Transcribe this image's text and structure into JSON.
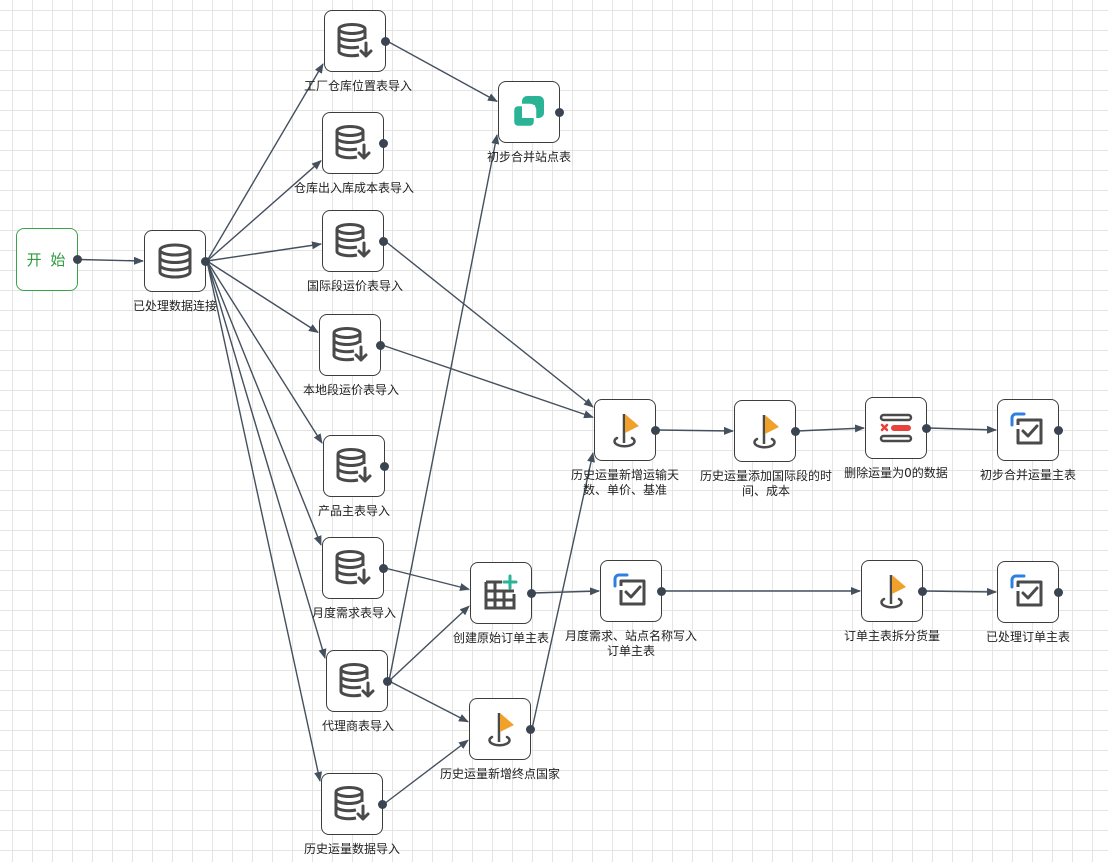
{
  "nodes": {
    "start": {
      "label": "开 始",
      "icon": "start"
    },
    "conn": {
      "label": "已处理数据连接",
      "icon": "database-icon"
    },
    "n1": {
      "label": "工厂仓库位置表导入",
      "icon": "database-import-icon"
    },
    "n2": {
      "label": "仓库出入库成本表导入",
      "icon": "database-import-icon"
    },
    "n3": {
      "label": "国际段运价表导入",
      "icon": "database-import-icon"
    },
    "n4": {
      "label": "本地段运价表导入",
      "icon": "database-import-icon"
    },
    "n5": {
      "label": "产品主表导入",
      "icon": "database-import-icon"
    },
    "n6": {
      "label": "月度需求表导入",
      "icon": "database-import-icon"
    },
    "n7": {
      "label": "代理商表导入",
      "icon": "database-import-icon"
    },
    "n8": {
      "label": "历史运量数据导入",
      "icon": "database-import-icon"
    },
    "merge1": {
      "label": "初步合并站点表",
      "icon": "merge-icon"
    },
    "createOrder": {
      "label": "创建原始订单主表",
      "icon": "table-add-icon"
    },
    "addDest": {
      "label": "历史运量新增终点国家",
      "icon": "flag-icon"
    },
    "addDays": {
      "label": "历史运量新增运输天数、单价、基准",
      "icon": "flag-icon"
    },
    "addIntl": {
      "label": "历史运量添加国际段的时间、成本",
      "icon": "flag-icon"
    },
    "delZero": {
      "label": "删除运量为0的数据",
      "icon": "delete-rows-icon"
    },
    "mergeVol": {
      "label": "初步合并运量主表",
      "icon": "check-box-icon"
    },
    "writeOrder": {
      "label": "月度需求、站点名称写入订单主表",
      "icon": "check-box-icon"
    },
    "split": {
      "label": "订单主表拆分货量",
      "icon": "flag-icon"
    },
    "doneOrder": {
      "label": "已处理订单主表",
      "icon": "check-box-icon"
    }
  },
  "edges": [
    [
      "start",
      "conn"
    ],
    [
      "conn",
      "n1"
    ],
    [
      "conn",
      "n2"
    ],
    [
      "conn",
      "n3"
    ],
    [
      "conn",
      "n4"
    ],
    [
      "conn",
      "n5"
    ],
    [
      "conn",
      "n6"
    ],
    [
      "conn",
      "n7"
    ],
    [
      "conn",
      "n8"
    ],
    [
      "n1",
      "merge1"
    ],
    [
      "n7",
      "merge1"
    ],
    [
      "n3",
      "addDays"
    ],
    [
      "n4",
      "addDays"
    ],
    [
      "addDest",
      "addDays"
    ],
    [
      "n6",
      "createOrder"
    ],
    [
      "n7",
      "createOrder"
    ],
    [
      "n7",
      "addDest"
    ],
    [
      "n8",
      "addDest"
    ],
    [
      "createOrder",
      "writeOrder"
    ],
    [
      "addDays",
      "addIntl"
    ],
    [
      "addIntl",
      "delZero"
    ],
    [
      "delZero",
      "mergeVol"
    ],
    [
      "writeOrder",
      "split"
    ],
    [
      "split",
      "doneOrder"
    ]
  ],
  "colors": {
    "edge": "#44505e",
    "port": "#3b4552",
    "start": "#3aa44a",
    "icon_gray": "#4a4a4a",
    "teal": "#2bb396",
    "orange": "#f0a12c",
    "blue": "#2f7fe0",
    "red": "#e8433a"
  }
}
